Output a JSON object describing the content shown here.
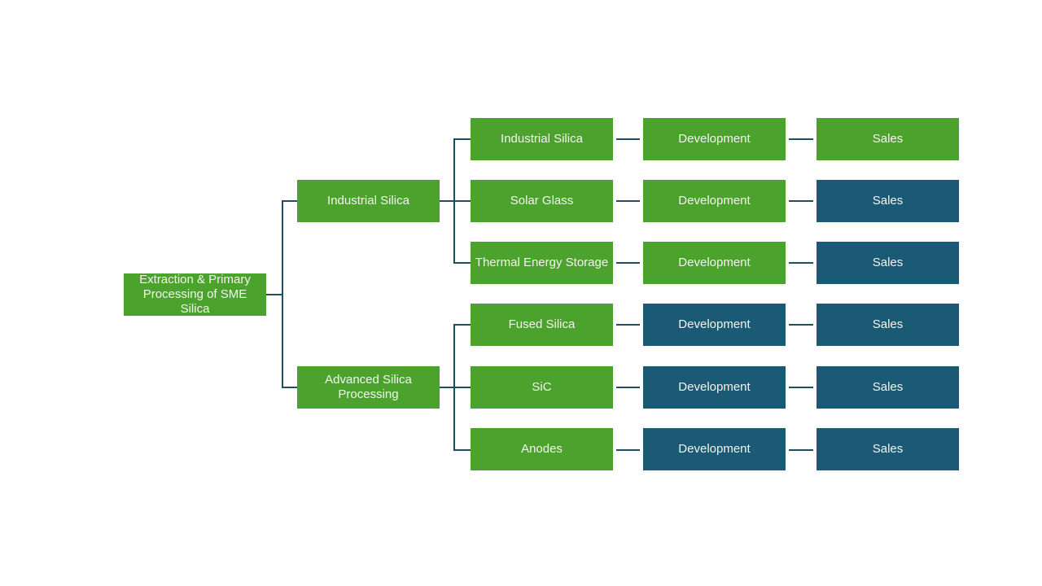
{
  "palette": {
    "green": "#4BA32E",
    "teal": "#1B5A75",
    "connector": "#1F4E60",
    "text": "#F5F4EE",
    "background": "#FFFFFF"
  },
  "diagram": {
    "root": {
      "label": "Extraction & Primary Processing of SME Silica",
      "color": "green"
    },
    "branches": [
      {
        "label": "Industrial Silica",
        "color": "green",
        "children": [
          {
            "label": "Industrial Silica",
            "color": "green",
            "development": {
              "label": "Development",
              "color": "green"
            },
            "sales": {
              "label": "Sales",
              "color": "green"
            }
          },
          {
            "label": "Solar Glass",
            "color": "green",
            "development": {
              "label": "Development",
              "color": "green"
            },
            "sales": {
              "label": "Sales",
              "color": "teal"
            }
          },
          {
            "label": "Thermal Energy Storage",
            "color": "green",
            "development": {
              "label": "Development",
              "color": "green"
            },
            "sales": {
              "label": "Sales",
              "color": "teal"
            }
          }
        ]
      },
      {
        "label": "Advanced Silica Processing",
        "color": "green",
        "children": [
          {
            "label": "Fused Silica",
            "color": "green",
            "development": {
              "label": "Development",
              "color": "teal"
            },
            "sales": {
              "label": "Sales",
              "color": "teal"
            }
          },
          {
            "label": "SiC",
            "color": "green",
            "development": {
              "label": "Development",
              "color": "teal"
            },
            "sales": {
              "label": "Sales",
              "color": "teal"
            }
          },
          {
            "label": "Anodes",
            "color": "green",
            "development": {
              "label": "Development",
              "color": "teal"
            },
            "sales": {
              "label": "Sales",
              "color": "teal"
            }
          }
        ]
      }
    ]
  }
}
